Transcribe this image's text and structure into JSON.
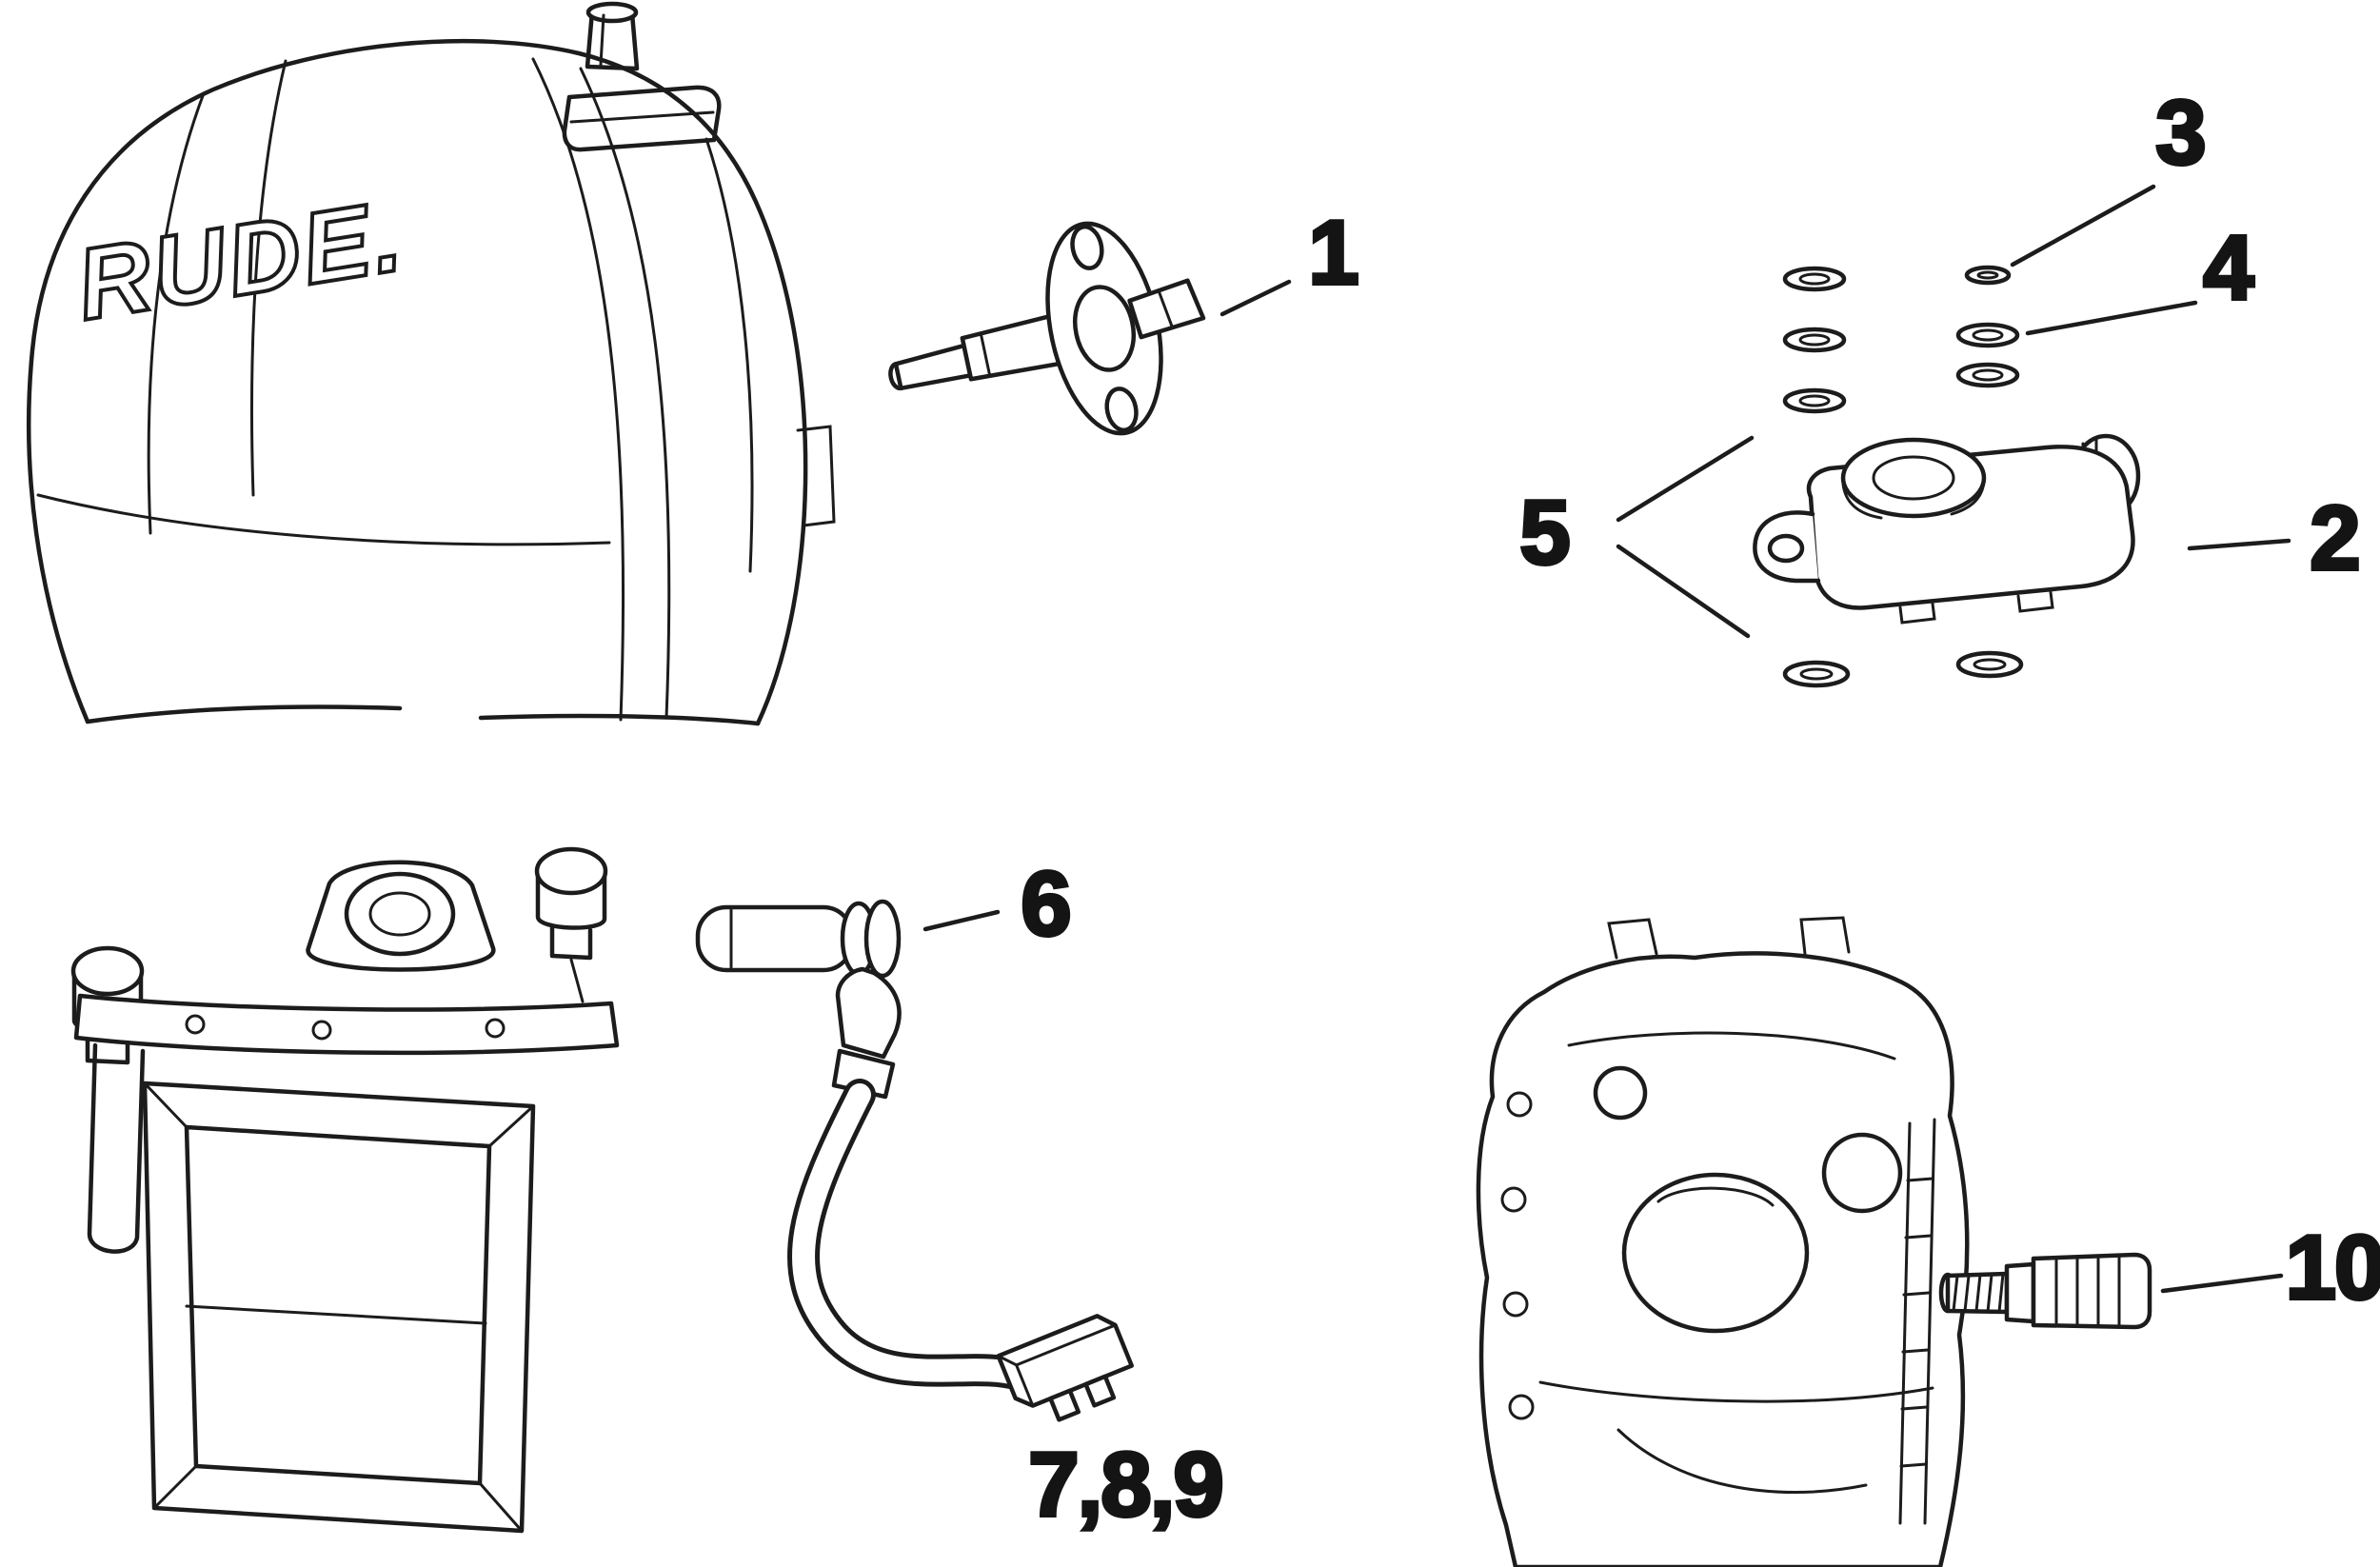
{
  "diagram": {
    "background_color": "#ffffff",
    "line_color": "#1c1c1c",
    "text_color": "#141414",
    "cowl_logo_text": "RUDE.",
    "callouts": {
      "c1": "1",
      "c2": "2",
      "c3": "3",
      "c4": "4",
      "c5": "5",
      "c6": "6",
      "c789": "7,8,9",
      "c10": "10"
    }
  }
}
